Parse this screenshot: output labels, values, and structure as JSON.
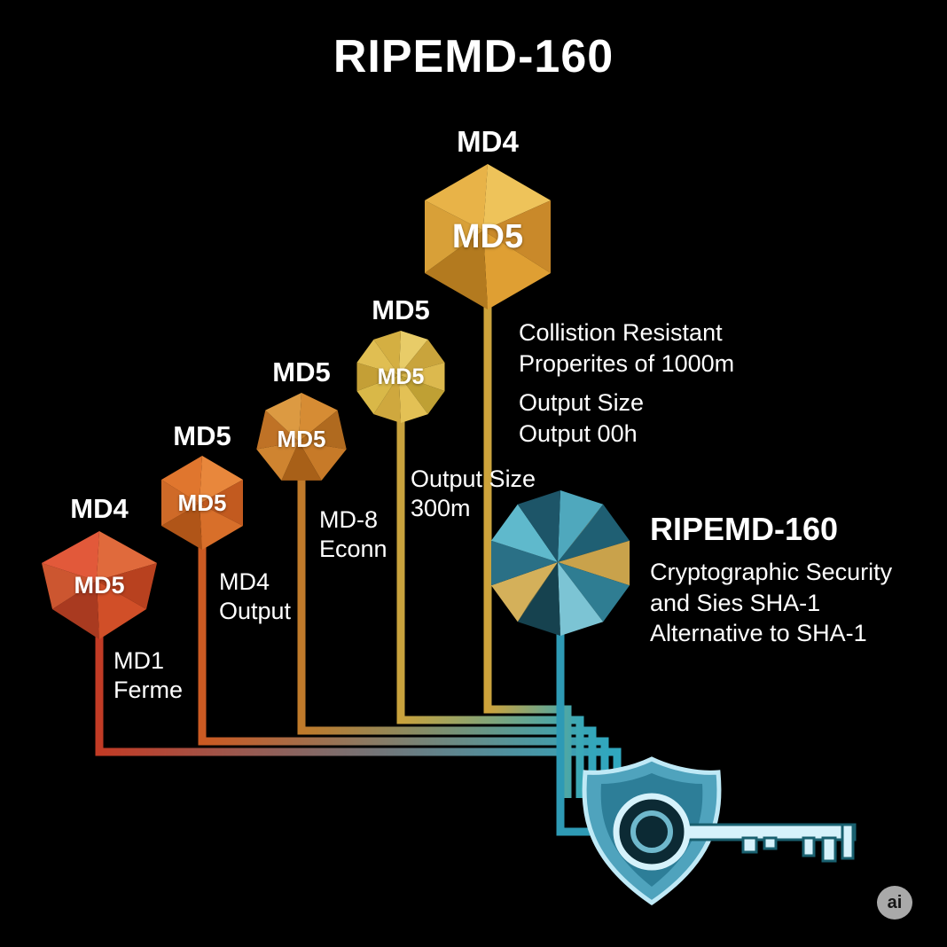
{
  "title": "RIPEMD-160",
  "nodes": [
    {
      "top_label": "MD4",
      "gem_label": "MD5",
      "caption_line1": "MD1",
      "caption_line2": "Ferme"
    },
    {
      "top_label": "MD5",
      "gem_label": "MD5",
      "caption_line1": "MD4",
      "caption_line2": "Output"
    },
    {
      "top_label": "MD5",
      "gem_label": "MD5",
      "caption_line1": "MD-8",
      "caption_line2": "Econn"
    },
    {
      "top_label": "MD5",
      "gem_label": "MD5",
      "caption_line1": "Output Size",
      "caption_line2": "300m"
    },
    {
      "top_label": "MD4",
      "gem_label": "MD5",
      "note_line1": "Collistion Resistant",
      "note_line2": "Properites of 1000m",
      "note_line3": "Output Size",
      "note_line4": "Output 00h"
    }
  ],
  "result": {
    "heading": "RIPEMD-160",
    "line1": "Cryptographic Security",
    "line2": "and Sies SHA-1",
    "line3": "Alternative to SHA-1"
  },
  "badge_label": "ai",
  "colors": {
    "background": "#000000",
    "text": "#ffffff",
    "gem1_red": "#c94f2e",
    "gem2_orange": "#d86f2d",
    "gem3_amber": "#cf7f2f",
    "gem4_yellow": "#ddb84a",
    "gem5_gold": "#e0a33a",
    "crystal_teal": "#3f93a6",
    "crystal_gold": "#c9a24b",
    "shield_fill": "#4fa3bd",
    "shield_outline": "#bfe9f6",
    "key_fill": "#d6f2fb",
    "line_red": "#c23b25",
    "line_teal": "#2fa8c0",
    "badge_gray": "#a9a9a9"
  }
}
